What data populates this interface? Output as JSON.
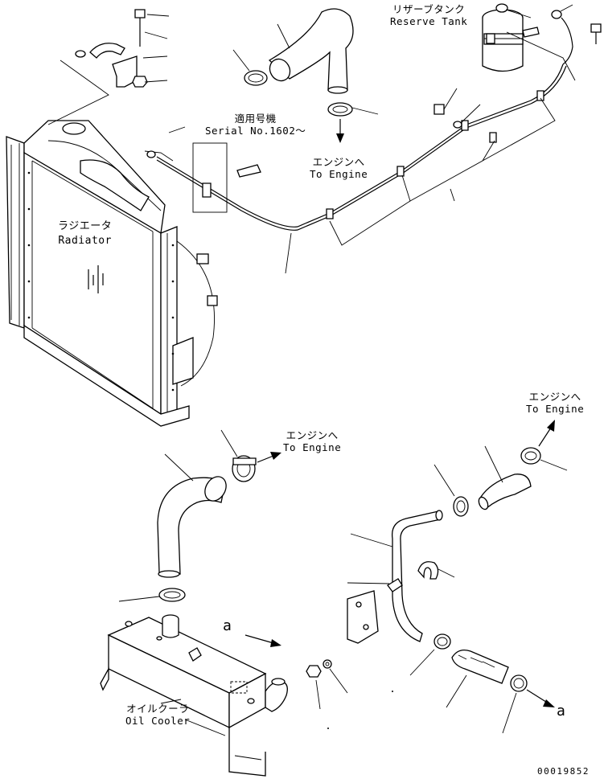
{
  "labels": {
    "reserve_tank_jp": "リザーブタンク",
    "reserve_tank_en": "Reserve Tank",
    "serial_jp": "適用号機",
    "serial_en": "Serial No.1602〜",
    "to_engine_1_jp": "エンジンへ",
    "to_engine_1_en": "To Engine",
    "radiator_jp": "ラジエータ",
    "radiator_en": "Radiator",
    "to_engine_2_jp": "エンジンへ",
    "to_engine_2_en": "To Engine",
    "to_engine_3_jp": "エンジンへ",
    "to_engine_3_en": "To Engine",
    "oil_cooler_jp": "オイルクーラ",
    "oil_cooler_en": "Oil Cooler",
    "ref_a_top": "a",
    "ref_a_bottom": "a",
    "drawing_number": "00019852"
  }
}
